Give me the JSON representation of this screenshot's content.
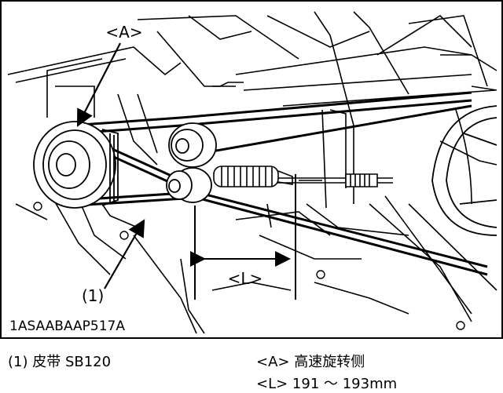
{
  "figure": {
    "callout_a": "<A>",
    "callout_1": "(1)",
    "callout_l": "<L>",
    "figure_code": "1ASAABAAP517A"
  },
  "legend": {
    "item_1": "(1) 皮带 SB120",
    "item_a": "<A> 高速旋转侧",
    "item_l": "<L> 191 ～ 193mm"
  }
}
